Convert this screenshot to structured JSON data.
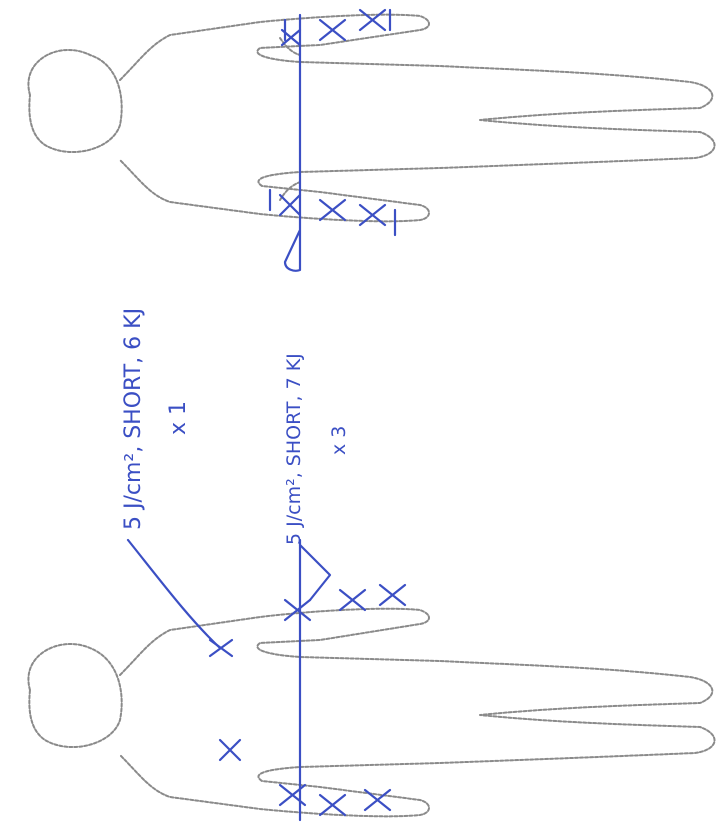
{
  "annotations": {
    "first": {
      "text": "5 J/cm², SHORT, 6 KJ",
      "count": "x 1"
    },
    "second": {
      "text": "5 J/cm², SHORT, 7 KJ",
      "count": "x 3"
    }
  },
  "colors": {
    "ink": "#3b4fc4",
    "outline": "#8a8a8a",
    "background": "#ffffff"
  }
}
